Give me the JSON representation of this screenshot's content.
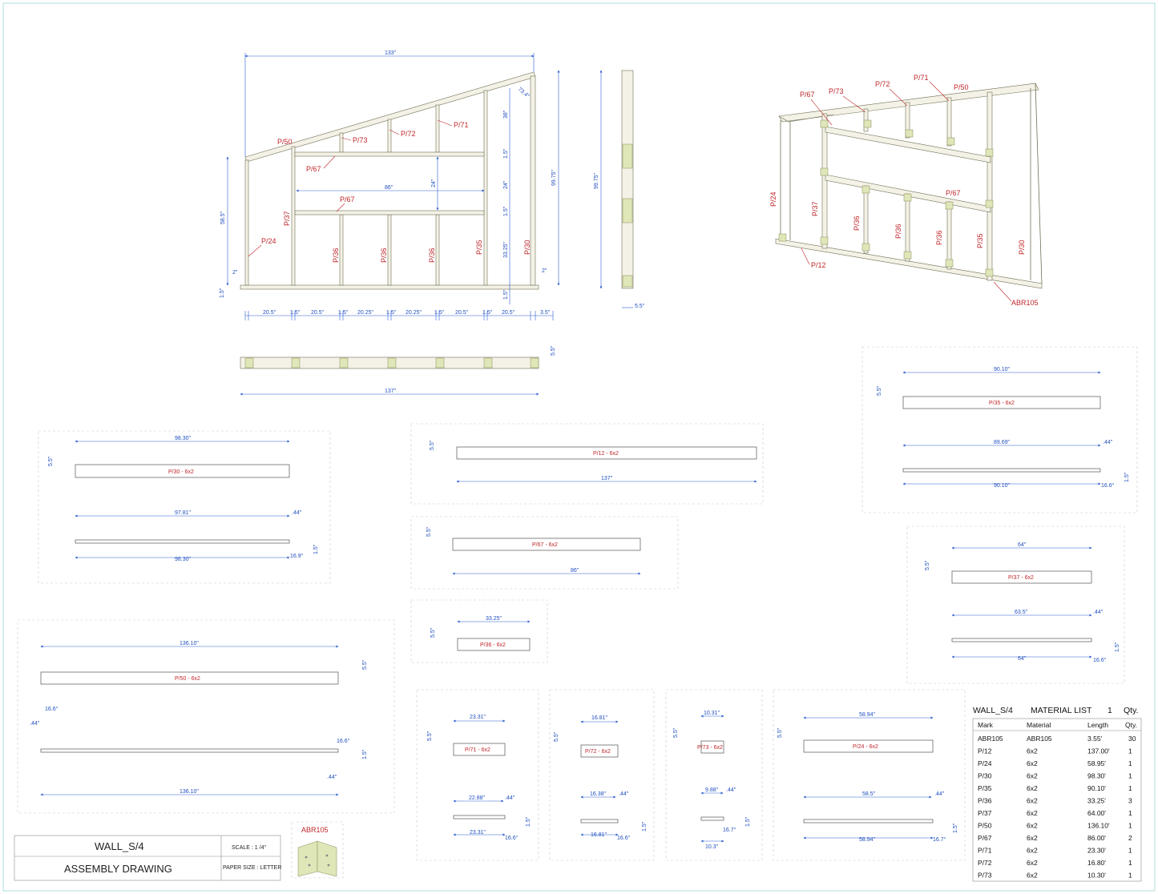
{
  "title_block": {
    "wall_name": "WALL_S/4",
    "drawing_type": "ASSEMBLY DRAWING",
    "scale_label": "SCALE : 1 /4\"",
    "paper_label": "PAPER SIZE : LETTER",
    "detail_label": "ABR105"
  },
  "material_list": {
    "title_wall": "WALL_S/4",
    "title_text": "MATERIAL LIST",
    "title_num": "1",
    "title_qty": "Qty.",
    "headers": [
      "Mark",
      "Material",
      "Length",
      "Qty."
    ],
    "rows": [
      [
        "ABR105",
        "ABR105",
        "3.55'",
        "30"
      ],
      [
        "P/12",
        "6x2",
        "137.00'",
        "1"
      ],
      [
        "P/24",
        "6x2",
        "58.95'",
        "1"
      ],
      [
        "P/30",
        "6x2",
        "98.30'",
        "1"
      ],
      [
        "P/35",
        "6x2",
        "90.10'",
        "1"
      ],
      [
        "P/36",
        "6x2",
        "33.25'",
        "3"
      ],
      [
        "P/37",
        "6x2",
        "64.00'",
        "1"
      ],
      [
        "P/50",
        "6x2",
        "136.10'",
        "1"
      ],
      [
        "P/67",
        "6x2",
        "86.00'",
        "2"
      ],
      [
        "P/71",
        "6x2",
        "23.30'",
        "1"
      ],
      [
        "P/72",
        "6x2",
        "16.80'",
        "1"
      ],
      [
        "P/73",
        "6x2",
        "10.30'",
        "1"
      ]
    ]
  },
  "elevation": {
    "top_width": "133\"",
    "corner_angle": "73.4°",
    "left_height": "58.5\"",
    "right_height": "99.75\"",
    "gap_left": "2\"",
    "gap_right": "2\"",
    "plate": "1.5\"",
    "plate_bottom": "1.5\"",
    "inner_width": "86\"",
    "right_segments": [
      "38\"",
      "1.5\"",
      "24\"",
      "1.5\"",
      "33.25\""
    ],
    "mid_height": "24\"",
    "bottom_dims": [
      "20.5\"",
      "1.5\"",
      "20.5\"",
      "1.5\"",
      "20.25\"",
      "1.5\"",
      "20.25\"",
      "1.5\"",
      "20.5\"",
      "1.5\"",
      "20.5\"",
      "3.5\""
    ],
    "side_height": "99.75\"",
    "side_depth": "5.5\"",
    "plan_width": "137\"",
    "plan_depth": "5.5\"",
    "marks": {
      "p50": "P/50",
      "p73": "P/73",
      "p72": "P/72",
      "p71": "P/71",
      "p67a": "P/67",
      "p67b": "P/67",
      "p37": "P/37",
      "p24": "P/24",
      "p36a": "P/36",
      "p36b": "P/36",
      "p36c": "P/36",
      "p35": "P/35",
      "p30": "P/30"
    }
  },
  "iso": {
    "marks": {
      "p67a": "P/67",
      "p73": "P/73",
      "p72": "P/72",
      "p71": "P/71",
      "p50": "P/50",
      "p24": "P/24",
      "p37": "P/37",
      "p36a": "P/36",
      "p36b": "P/36",
      "p36c": "P/36",
      "p35": "P/35",
      "p30": "P/30",
      "p67b": "P/67",
      "p12": "P/12",
      "abr": "ABR105"
    }
  },
  "parts": {
    "p30": {
      "label": "P/30 - 6x2",
      "len": "98.30\"",
      "short": "97.81\"",
      "long": "98.30\"",
      "depth": "5.5\"",
      "edge": ".44\"",
      "angle": "16.9°",
      "plate": "1.5\""
    },
    "p12": {
      "label": "P/12 - 6x2",
      "len": "137\"",
      "depth": "5.5\""
    },
    "p67": {
      "label": "P/67 - 6x2",
      "len": "86\"",
      "depth": "5.5\""
    },
    "p36": {
      "label": "P/36 - 6x2",
      "len": "33.25\"",
      "depth": "5.5\""
    },
    "p35": {
      "label": "P/35 - 6x2",
      "len": "90.10\"",
      "short": "89.69\"",
      "long": "90.10\"",
      "depth": "5.5\"",
      "edge": ".44\"",
      "angle": "16.6°",
      "plate": "1.5\""
    },
    "p37": {
      "label": "P/37 - 6x2",
      "len": "64\"",
      "short": "63.5\"",
      "long": "64\"",
      "depth": "5.5\"",
      "edge": ".44\"",
      "angle": "16.6°",
      "plate": "1.5\""
    },
    "p50": {
      "label": "P/50 - 6x2",
      "len": "136.10\"",
      "long": "136.10\"",
      "depth": "5.5\"",
      "edge_l": ".44\"",
      "angle_l": "16.6°",
      "edge_r": ".44\"",
      "angle_r": "16.6°",
      "plate": "1.5\""
    },
    "p71": {
      "label": "P/71 - 6x2",
      "len": "23.31\"",
      "short": "22.88\"",
      "long": "23.31\"",
      "depth": "5.5\"",
      "edge": ".44\"",
      "angle": "16.6°",
      "plate": "1.5\""
    },
    "p72": {
      "label": "P/72 - 6x2",
      "len": "16.81\"",
      "short": "16.38\"",
      "long": "16.81\"",
      "depth": "5.5\"",
      "edge": ".44\"",
      "angle": "16.6°",
      "plate": "1.5\""
    },
    "p73": {
      "label": "P/73 - 6x2",
      "len": "10.31\"",
      "short": "9.88\"",
      "long": "10.3\"",
      "depth": "5.5\"",
      "edge": ".44\"",
      "angle": "16.7°",
      "plate": "1.5\""
    },
    "p24": {
      "label": "P/24 - 6x2",
      "len": "58.94\"",
      "short": "58.5\"",
      "long": "58.94\"",
      "depth": "5.5\"",
      "edge": ".44\"",
      "angle": "16.7°",
      "plate": "1.5\""
    }
  }
}
